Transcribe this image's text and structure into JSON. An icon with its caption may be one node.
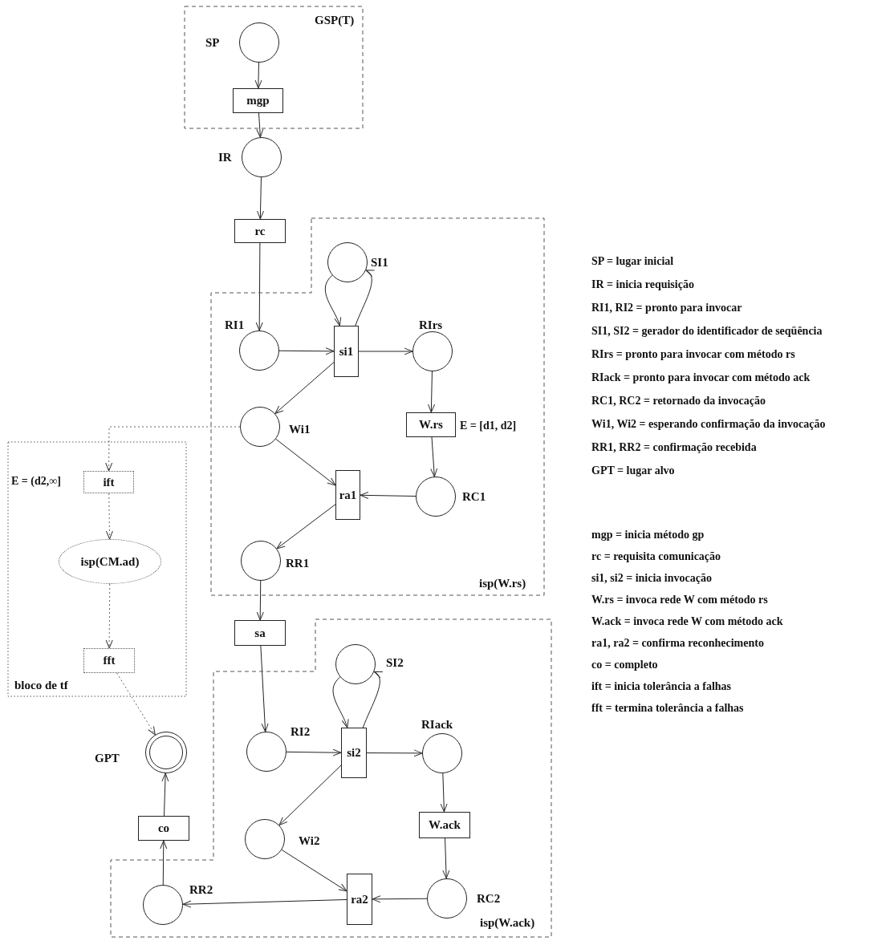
{
  "diagram": {
    "nodes": [
      {
        "text": [
          "GSP(T)"
        ]
      },
      {
        "text": [
          "SP"
        ],
        "in": 0
      },
      {
        "text": [
          "mgp"
        ],
        "in": 0
      },
      {
        "text": [
          "IR"
        ]
      },
      {
        "text": [
          "rc"
        ]
      },
      {
        "text": [
          "isp(W.rs)"
        ]
      },
      {
        "text": [
          "SI1"
        ],
        "in": 5
      },
      {
        "text": [
          "RI1"
        ],
        "in": 5
      },
      {
        "text": [
          "si1"
        ],
        "in": 5
      },
      {
        "text": [
          "RIrs"
        ],
        "in": 5
      },
      {
        "text": [
          "Wi1"
        ],
        "in": 5
      },
      {
        "text": [
          "W.rs"
        ],
        "in": 5,
        "beside": [
          "E = [d1, d2]"
        ]
      },
      {
        "text": [
          "RC1"
        ],
        "in": 5
      },
      {
        "text": [
          "ra1"
        ],
        "in": 5
      },
      {
        "text": [
          "RR1"
        ],
        "in": 5
      },
      {
        "text": [
          "bloco de tf"
        ]
      },
      {
        "text": [
          "ift"
        ],
        "in": 15,
        "beside": [
          "E = (d2,∞]"
        ]
      },
      {
        "text": [
          "isp(CM.ad)"
        ],
        "in": 15
      },
      {
        "text": [
          "fft"
        ],
        "in": 15
      },
      {
        "text": [
          "sa"
        ]
      },
      {
        "text": [
          "isp(W.ack)"
        ]
      },
      {
        "text": [
          "SI2"
        ],
        "in": 20
      },
      {
        "text": [
          "RI2"
        ],
        "in": 20
      },
      {
        "text": [
          "si2"
        ],
        "in": 20
      },
      {
        "text": [
          "RIack"
        ],
        "in": 20
      },
      {
        "text": [
          "Wi2"
        ],
        "in": 20
      },
      {
        "text": [
          "W.ack"
        ],
        "in": 20
      },
      {
        "text": [
          "RC2"
        ],
        "in": 20
      },
      {
        "text": [
          "ra2"
        ],
        "in": 20
      },
      {
        "text": [
          "RR2"
        ],
        "in": 20
      },
      {
        "text": [
          "co"
        ]
      },
      {
        "text": [
          "GPT"
        ]
      }
    ],
    "edges": [
      {
        "from": 1,
        "to": 2,
        "arrow": "to"
      },
      {
        "from": 2,
        "to": 3,
        "arrow": "to"
      },
      {
        "from": 3,
        "to": 4,
        "arrow": "to"
      },
      {
        "from": 4,
        "to": 7,
        "arrow": "to"
      },
      {
        "from": 7,
        "to": 8,
        "arrow": "to"
      },
      {
        "from": 6,
        "to": 8,
        "arrow": "to"
      },
      {
        "from": 8,
        "to": 6,
        "arrow": "to"
      },
      {
        "from": 8,
        "to": 9,
        "arrow": "to"
      },
      {
        "from": 8,
        "to": 10,
        "arrow": "to"
      },
      {
        "from": 9,
        "to": 11,
        "arrow": "to"
      },
      {
        "from": 11,
        "to": 12,
        "arrow": "to"
      },
      {
        "from": 12,
        "to": 13,
        "arrow": "to"
      },
      {
        "from": 10,
        "to": 13,
        "arrow": "to"
      },
      {
        "from": 13,
        "to": 14,
        "arrow": "to"
      },
      {
        "from": 14,
        "to": 19,
        "arrow": "to"
      },
      {
        "from": 19,
        "to": 22,
        "arrow": "to"
      },
      {
        "from": 21,
        "to": 23,
        "arrow": "to"
      },
      {
        "from": 23,
        "to": 21,
        "arrow": "to"
      },
      {
        "from": 22,
        "to": 23,
        "arrow": "to"
      },
      {
        "from": 23,
        "to": 24,
        "arrow": "to"
      },
      {
        "from": 23,
        "to": 25,
        "arrow": "to"
      },
      {
        "from": 24,
        "to": 26,
        "arrow": "to"
      },
      {
        "from": 26,
        "to": 27,
        "arrow": "to"
      },
      {
        "from": 27,
        "to": 28,
        "arrow": "to"
      },
      {
        "from": 25,
        "to": 28,
        "arrow": "to"
      },
      {
        "from": 28,
        "to": 29,
        "arrow": "to"
      },
      {
        "from": 29,
        "to": 30,
        "arrow": "to"
      },
      {
        "from": 30,
        "to": 31,
        "arrow": "to"
      },
      {
        "from": 10,
        "to": 16,
        "arrow": "to",
        "style": "dashed",
        "color": "#666666"
      },
      {
        "from": 16,
        "to": 17,
        "arrow": "to",
        "style": "dashed",
        "color": "#666666"
      },
      {
        "from": 17,
        "to": 18,
        "arrow": "to",
        "style": "dashed",
        "color": "#666666"
      },
      {
        "from": 18,
        "to": 31,
        "arrow": "to",
        "style": "dashed",
        "color": "#666666"
      }
    ],
    "labels": [
      "SP = lugar inicial",
      "IR = inicia requisição",
      "RI1, RI2 = pronto para invocar",
      "SI1, SI2 = gerador do identificador de seqüência",
      "RIrs = pronto para invocar com método rs",
      "RIack = pronto para invocar com método ack",
      "RC1, RC2 = retornado da invocação",
      "Wi1, Wi2 = esperando confirmação da invocação",
      "RR1, RR2 = confirmação recebida",
      "GPT = lugar alvo",
      "mgp = inicia método gp",
      "rc = requisita comunicação",
      "si1, si2 = inicia invocação",
      "W.rs = invoca rede W com método rs",
      "W.ack = invoca rede W com método ack",
      "ra1, ra2 = confirma reconhecimento",
      "co = completo",
      "ift = inicia tolerância a falhas",
      "fft = termina tolerância a falhas"
    ]
  }
}
